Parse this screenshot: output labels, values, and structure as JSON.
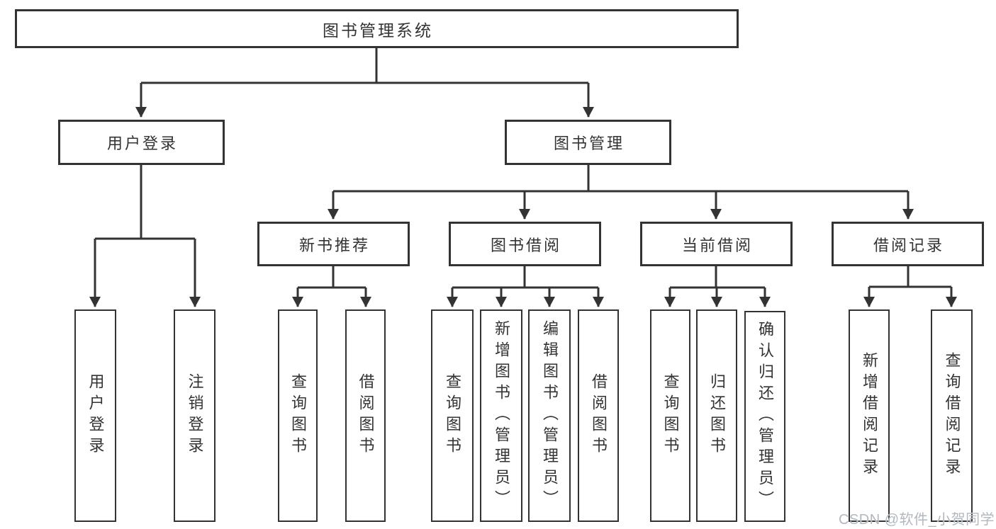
{
  "diagram": {
    "root": "图书管理系统",
    "level2": {
      "user": "用户登录",
      "books": "图书管理"
    },
    "level3": {
      "recommend": "新书推荐",
      "borrow": "图书借阅",
      "current": "当前借阅",
      "records": "借阅记录"
    },
    "leaves": {
      "user": [
        "用户登录",
        "注销登录"
      ],
      "recommend": [
        "查询图书",
        "借阅图书"
      ],
      "borrow": [
        "查询图书",
        "新增图书（管理员）",
        "编辑图书（管理员）",
        "借阅图书"
      ],
      "current": [
        "查询图书",
        "归还图书",
        "确认归还（管理员）"
      ],
      "records": [
        "新增借阅记录",
        "查询借阅记录"
      ]
    }
  },
  "watermark": "CSDN @软件_小贺同学",
  "colors": {
    "line": "#333333",
    "text": "#333333",
    "watermark": "#b2b8bf",
    "background": "#ffffff"
  }
}
